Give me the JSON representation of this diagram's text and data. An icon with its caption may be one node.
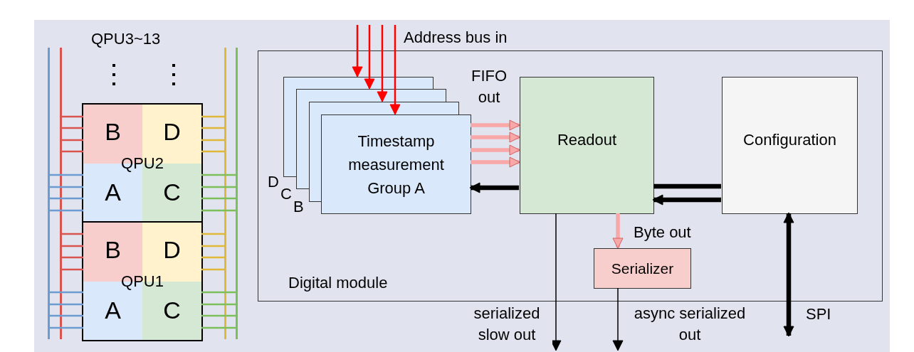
{
  "diagram": {
    "nodes": [
      {
        "text": [
          "QPU2"
        ]
      },
      {
        "text": [
          "B"
        ],
        "in": 0
      },
      {
        "text": [
          "D"
        ],
        "in": 0
      },
      {
        "text": [
          "A"
        ],
        "in": 0
      },
      {
        "text": [
          "C"
        ],
        "in": 0
      },
      {
        "text": [
          "QPU1"
        ]
      },
      {
        "text": [
          "B"
        ],
        "in": 5
      },
      {
        "text": [
          "D"
        ],
        "in": 5
      },
      {
        "text": [
          "A"
        ],
        "in": 5
      },
      {
        "text": [
          "C"
        ],
        "in": 5
      },
      {
        "text": [
          "Digital module"
        ]
      },
      {
        "text": [],
        "shape": "box",
        "in": 10
      },
      {
        "text": [],
        "shape": "box",
        "in": 10
      },
      {
        "text": [],
        "shape": "box",
        "in": 10
      },
      {
        "text": [
          "Timestamp measurement Group A"
        ],
        "in": 10
      },
      {
        "text": [
          "Readout"
        ],
        "in": 10
      },
      {
        "text": [
          "Configuration"
        ],
        "in": 10
      },
      {
        "text": [
          "Serializer"
        ],
        "in": 10
      },
      {
        "text": [],
        "shape": "bar"
      },
      {
        "text": [],
        "shape": "bar"
      },
      {
        "text": [],
        "shape": "bar"
      },
      {
        "text": [],
        "shape": "bar"
      }
    ],
    "edges": [
      {
        "from": null,
        "to": 11,
        "arrow": "to",
        "color": "#ff0000"
      },
      {
        "from": null,
        "to": 12,
        "arrow": "to",
        "color": "#ff0000"
      },
      {
        "from": null,
        "to": 13,
        "arrow": "to",
        "color": "#ff0000"
      },
      {
        "from": null,
        "to": 14,
        "arrow": "to",
        "color": "#ff0000"
      },
      {
        "from": 14,
        "to": 15,
        "arrow": "to",
        "style": "thick",
        "color": "#f8a8a8"
      },
      {
        "from": 14,
        "to": 15,
        "arrow": "to",
        "style": "thick",
        "color": "#f8a8a8"
      },
      {
        "from": 14,
        "to": 15,
        "arrow": "to",
        "style": "thick",
        "color": "#f8a8a8"
      },
      {
        "from": 14,
        "to": 15,
        "arrow": "to",
        "style": "thick",
        "color": "#f8a8a8"
      },
      {
        "from": 15,
        "to": 14,
        "arrow": "to",
        "style": "thick"
      },
      {
        "from": 16,
        "to": 15,
        "arrow": "none",
        "style": "thick"
      },
      {
        "from": 16,
        "to": 15,
        "arrow": "to",
        "style": "thick"
      },
      {
        "from": 15,
        "to": 17,
        "arrow": "to",
        "label": "Byte out",
        "style": "thick",
        "color": "#f8a8a8"
      },
      {
        "from": 15,
        "to": null,
        "arrow": "to",
        "label": "serialized slow out"
      },
      {
        "from": 17,
        "to": null,
        "arrow": "to",
        "label": "async serialized out"
      },
      {
        "from": 16,
        "to": null,
        "arrow": "both",
        "label": "SPI",
        "style": "thick"
      },
      {
        "from": 18,
        "to": 3,
        "arrow": "none",
        "color": "#6c9bd2"
      },
      {
        "from": 18,
        "to": 8,
        "arrow": "none",
        "color": "#6c9bd2"
      },
      {
        "from": 19,
        "to": 1,
        "arrow": "none",
        "color": "#d9534f"
      },
      {
        "from": 19,
        "to": 6,
        "arrow": "none",
        "color": "#d9534f"
      },
      {
        "from": 20,
        "to": 2,
        "arrow": "none",
        "color": "#e0b93a"
      },
      {
        "from": 20,
        "to": 7,
        "arrow": "none",
        "color": "#e0b93a"
      },
      {
        "from": 21,
        "to": 4,
        "arrow": "none",
        "color": "#7dbf5a"
      },
      {
        "from": 21,
        "to": 9,
        "arrow": "none",
        "color": "#7dbf5a"
      }
    ],
    "labels": [
      "QPU3~13",
      "Address bus in",
      "FIFO out",
      "D",
      "C",
      "B"
    ]
  }
}
